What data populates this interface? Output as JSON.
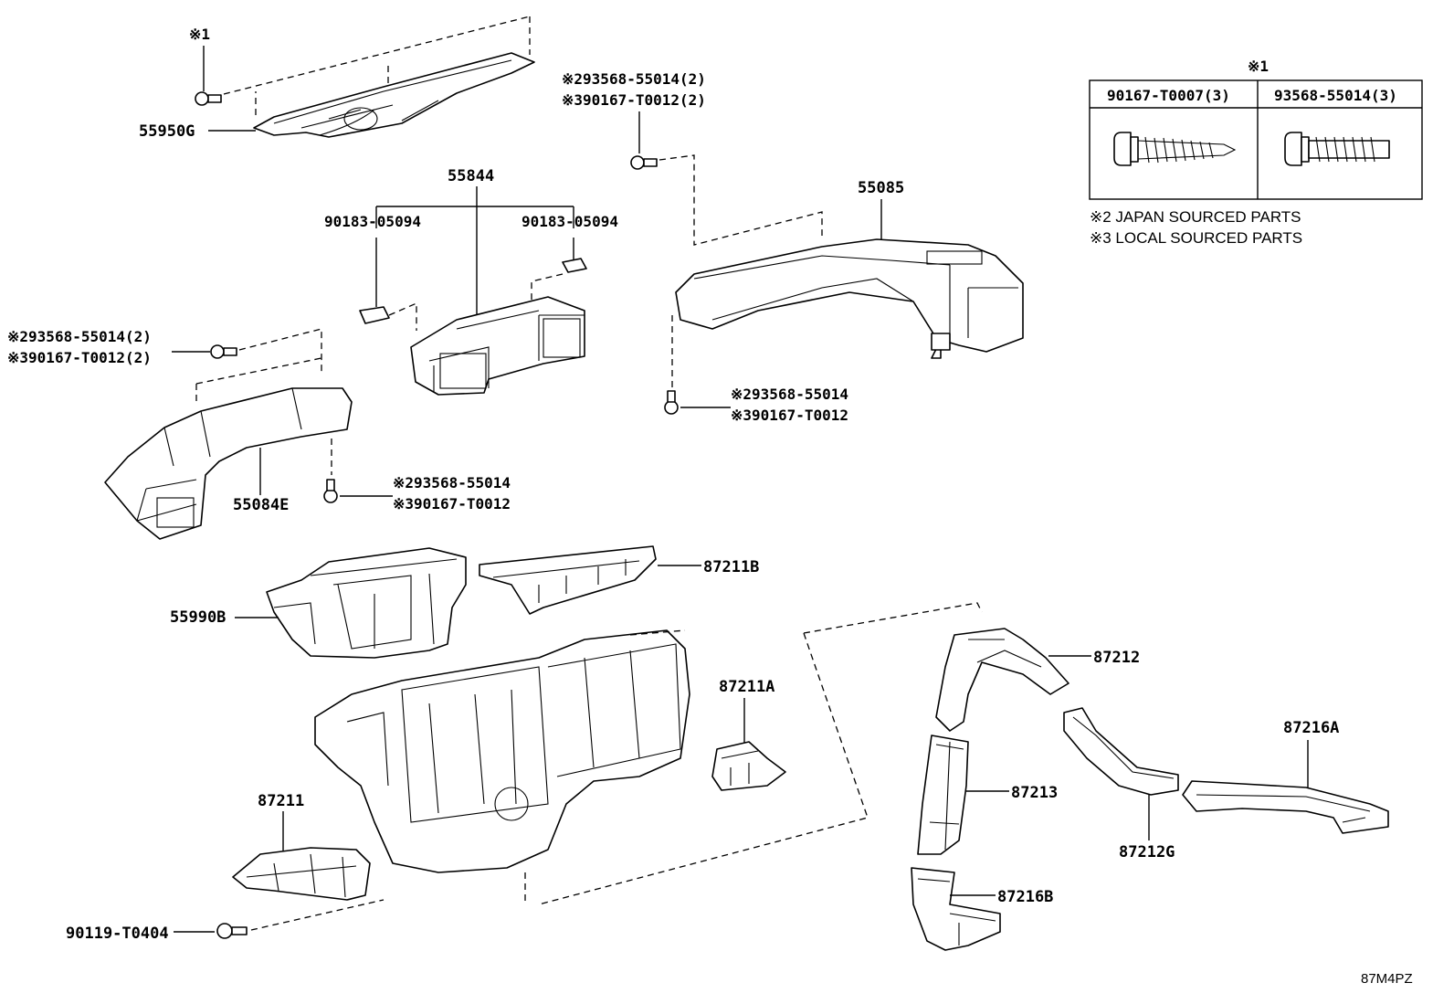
{
  "labels": {
    "p55950G": "55950G",
    "p55844": "55844",
    "p90183_left": "90183-05094",
    "p90183_right": "90183-05094",
    "p55085": "55085",
    "p55084E": "55084E",
    "p87211B": "87211B",
    "p55990B": "55990B",
    "p87211A": "87211A",
    "p87211": "87211",
    "p90119": "90119-T0404",
    "p87212": "87212",
    "p87216A": "87216A",
    "p87213": "87213",
    "p87212G": "87212G",
    "p87216B": "87216B"
  },
  "callouts": {
    "top_left_mark": "※1",
    "c55085_top_1": "※293568-55014(2)",
    "c55085_top_2": "※390167-T0012(2)",
    "c55085_bot_1": "※293568-55014",
    "c55085_bot_2": "※390167-T0012",
    "c55084_top_1": "※293568-55014(2)",
    "c55084_top_2": "※390167-T0012(2)",
    "c55084_bot_1": "※293568-55014",
    "c55084_bot_2": "※390167-T0012"
  },
  "legend_table": {
    "mark": "※1",
    "col1": "90167-T0007(3)",
    "col2": "93568-55014(3)",
    "note1": "※2 JAPAN SOURCED PARTS",
    "note2": "※3 LOCAL SOURCED PARTS"
  },
  "diagram_code": "87M4PZ"
}
